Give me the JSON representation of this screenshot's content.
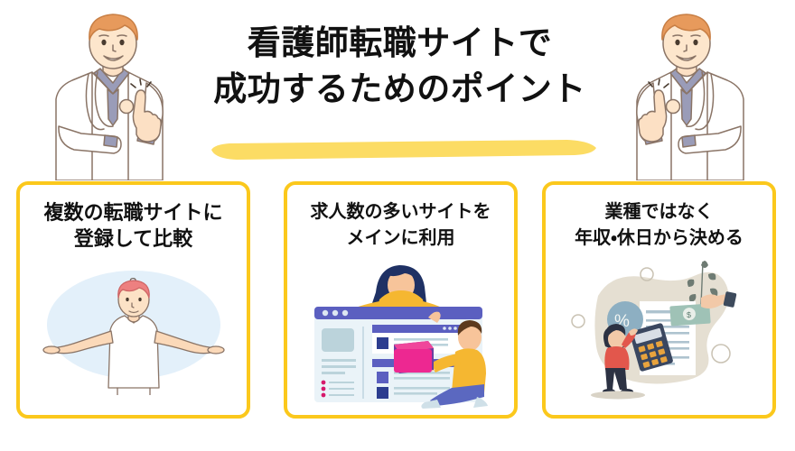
{
  "page": {
    "background_color": "#FFFFFF",
    "accent_yellow": "#FBC81C",
    "highlight_yellow": "#FCDC64",
    "text_color": "#111111"
  },
  "header": {
    "title_line_1": "看護師転職サイトで",
    "title_line_2": "成功するためのポイント",
    "underline": "yellow-brush-underline",
    "illustration_left": "doctor-pointing-up-left",
    "illustration_right": "doctor-pointing-up-right"
  },
  "cards": [
    {
      "title_line_1": "複数の転職サイトに",
      "title_line_2": "登録して比較",
      "illustration": "person-shrugging-with-question-mark",
      "border_color": "#FBC81C",
      "art_background_color": "#E3F0FA"
    },
    {
      "title_line_1": "求人数の多いサイトを",
      "title_line_2": "メインに利用",
      "illustration": "people-building-website-page",
      "border_color": "#FBC81C",
      "art_background_color": "#FFFFFF"
    },
    {
      "title_line_1": "業種ではなく",
      "title_line_2": "年収・休日から決める",
      "illustration": "woman-reviewing-salary-document-with-calculator",
      "border_color": "#FBC81C",
      "art_background_color": "#E5DFD2"
    }
  ]
}
